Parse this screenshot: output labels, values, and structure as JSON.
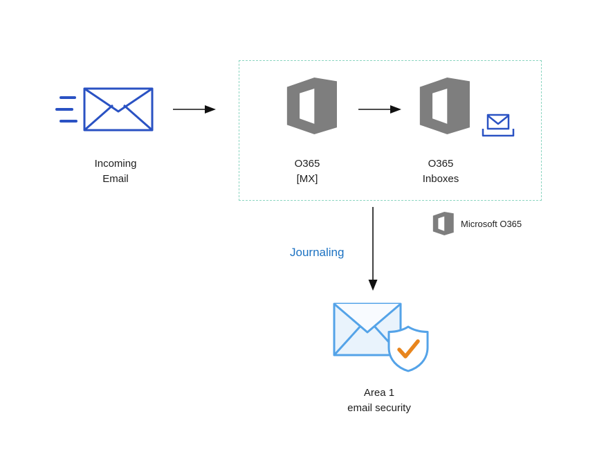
{
  "diagram": {
    "nodes": {
      "incoming_email": {
        "lines": [
          "Incoming",
          "Email"
        ]
      },
      "o365_mx": {
        "lines": [
          "O365",
          "[MX]"
        ]
      },
      "o365_inboxes": {
        "lines": [
          "O365",
          "Inboxes"
        ]
      },
      "microsoft_o365": {
        "label": "Microsoft O365"
      },
      "area1": {
        "lines": [
          "Area 1",
          "email security"
        ]
      }
    },
    "edges": {
      "journaling": {
        "label": "Journaling"
      }
    },
    "icons": {
      "incoming": "envelope-icon",
      "speed": "speed-lines-icon",
      "o365": "office-logo-icon",
      "inboxes_extra": "inbox-envelope-icon",
      "area1": "envelope-shield-check-icon"
    }
  },
  "colors": {
    "envelope_blue": "#2a52c3",
    "office_gray": "#7e7e7e",
    "dashed_border": "#8ad5c0",
    "journaling_blue": "#1c72c2",
    "area1_blue": "#54a3e8",
    "area1_fill": "#e9f3fc",
    "check_orange": "#e8851d",
    "arrow_color": "#111111",
    "text_color": "#1d1d1d"
  }
}
